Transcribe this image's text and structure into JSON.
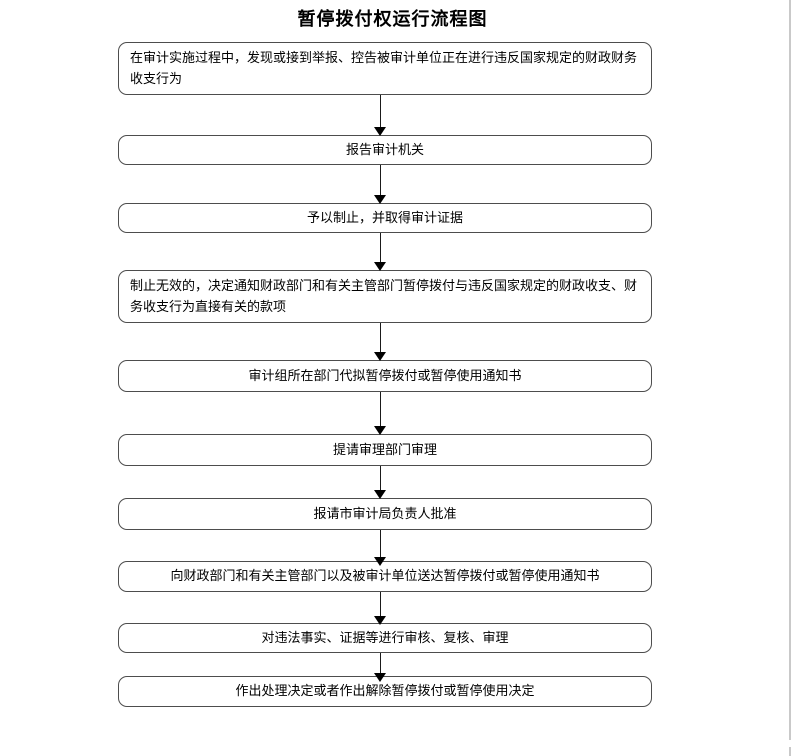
{
  "page": {
    "title": "暂停拨付权运行流程图",
    "background_color": "#ffffff",
    "page_edge_color": "#c9c9c9"
  },
  "flowchart": {
    "box_border_color": "#4d4d4d",
    "arrow_color": "#000000",
    "steps": [
      {
        "label": "在审计实施过程中，发现或接到举报、控告被审计单位正在进行违反国家规定的财政财务收支行为",
        "align": "left"
      },
      {
        "label": "报告审计机关",
        "align": "center"
      },
      {
        "label": "予以制止，并取得审计证据",
        "align": "center"
      },
      {
        "label": "制止无效的，决定通知财政部门和有关主管部门暂停拨付与违反国家规定的财政收支、财务收支行为直接有关的款项",
        "align": "left"
      },
      {
        "label": "审计组所在部门代拟暂停拨付或暂停使用通知书",
        "align": "center"
      },
      {
        "label": "提请审理部门审理",
        "align": "center"
      },
      {
        "label": "报请市审计局负责人批准",
        "align": "center"
      },
      {
        "label": "向财政部门和有关主管部门以及被审计单位送达暂停拨付或暂停使用通知书",
        "align": "center"
      },
      {
        "label": "对违法事实、证据等进行审核、复核、审理",
        "align": "center"
      },
      {
        "label": "作出处理决定或者作出解除暂停拨付或暂停使用决定",
        "align": "center"
      }
    ]
  }
}
